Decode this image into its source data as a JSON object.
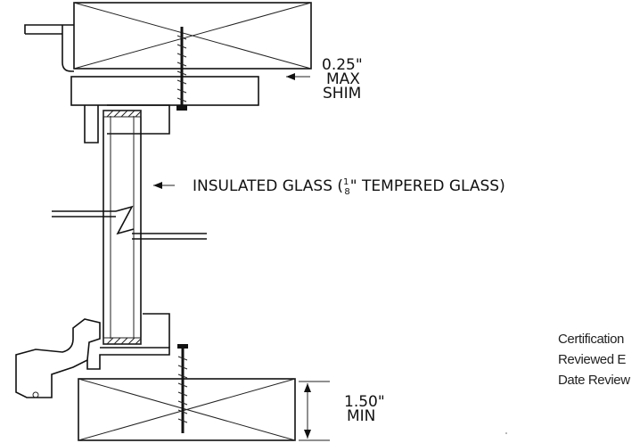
{
  "callouts": {
    "shim_value": "0.25\"",
    "shim_line2": "MAX",
    "shim_line3": "SHIM",
    "glass_label": "INSULATED GLASS (",
    "glass_frac_num": "1",
    "glass_frac_den": "8",
    "glass_label_end": "\" TEMPERED GLASS)",
    "min_value": "1.50\"",
    "min_label": "MIN"
  },
  "certification": {
    "line1": "Certification",
    "line2": "Reviewed E",
    "line3": "Date Review"
  }
}
